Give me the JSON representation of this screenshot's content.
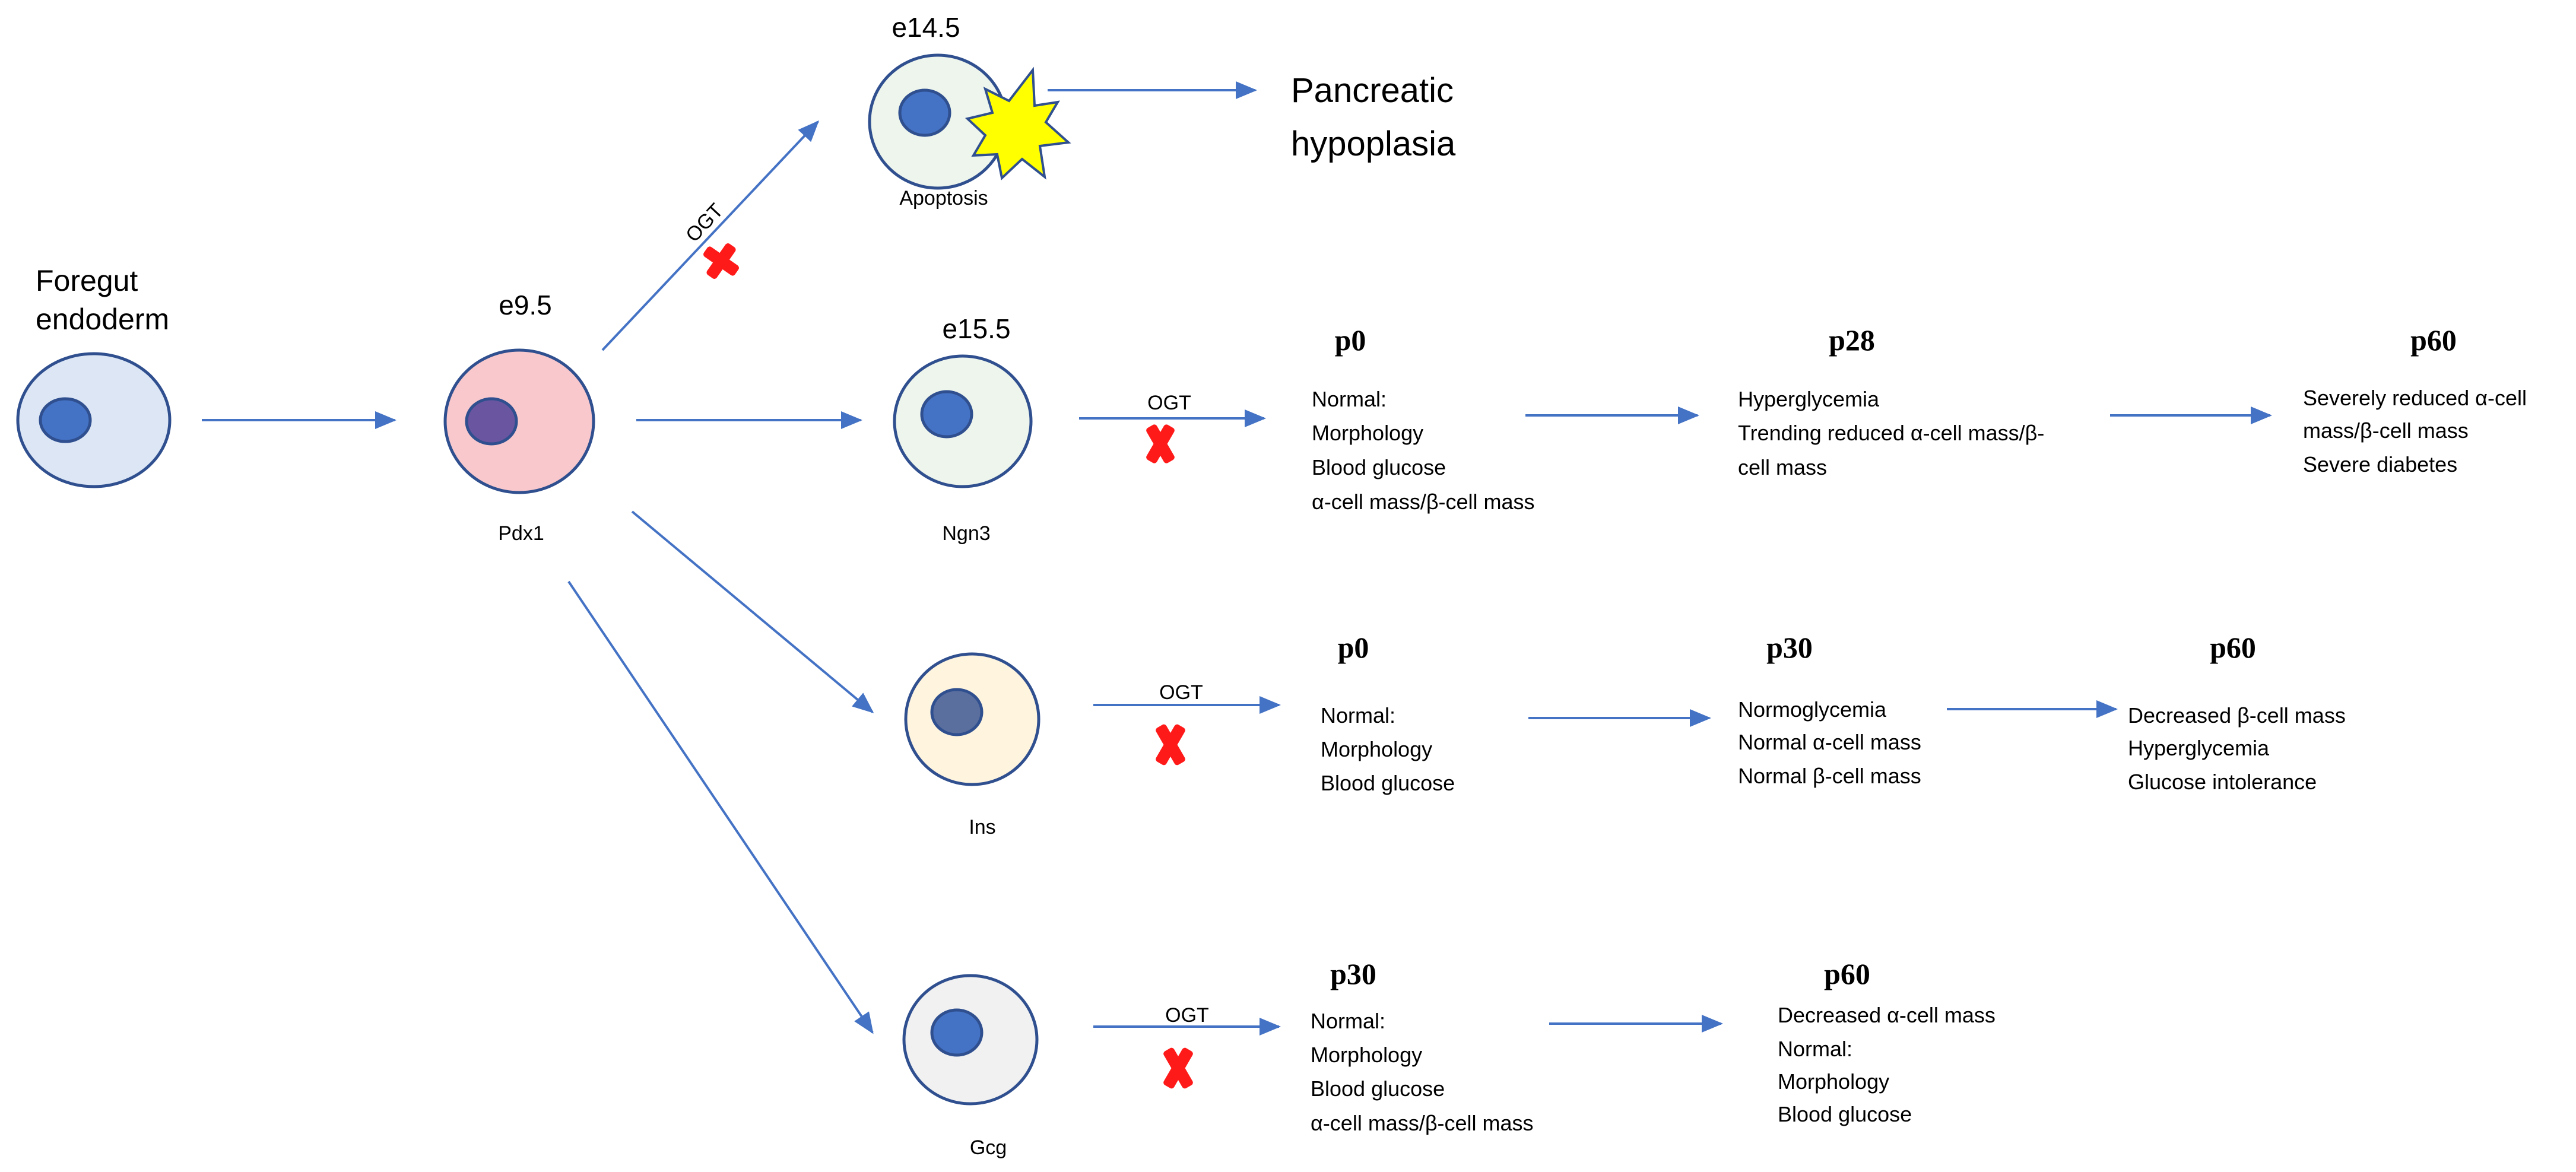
{
  "colors": {
    "arrow": "#4472C4",
    "cell_outline": "#2F4F8F",
    "cross": "#FF1A1A",
    "burst_fill": "#FFFF00",
    "cell_endoderm": "#DCE6F5",
    "cell_pdx1": "#F8C8CC",
    "cell_ngn3": "#EEF5EC",
    "cell_ins": "#FFF4DE",
    "cell_gcg": "#F1F1F1",
    "cell_e145": "#EEF5EC",
    "nucleus_blue": "#4472C4",
    "nucleus_pdx1": "#6A55A0",
    "nucleus_ins": "#5B6F9E"
  },
  "origin": {
    "label_line1": "Foregut",
    "label_line2": "endoderm"
  },
  "pdx1": {
    "stage": "e9.5",
    "label": "Pdx1"
  },
  "apoptosis_branch": {
    "arrow_label": "OGT",
    "stage": "e14.5",
    "cell_label": "Apoptosis",
    "outcome_line1": "Pancreatic",
    "outcome_line2": "hypoplasia"
  },
  "ngn3_branch": {
    "stage": "e15.5",
    "label": "Ngn3",
    "arrow_label": "OGT",
    "timepoints": [
      {
        "stage": "p0",
        "lines": [
          "Normal:",
          "Morphology",
          "Blood glucose",
          "α-cell mass/β-cell mass"
        ]
      },
      {
        "stage": "p28",
        "lines": [
          "Hyperglycemia",
          "Trending reduced α-cell mass/β-",
          "cell mass"
        ]
      },
      {
        "stage": "p60",
        "lines": [
          "Severely reduced α-cell",
          "mass/β-cell mass",
          "Severe diabetes"
        ]
      }
    ]
  },
  "ins_branch": {
    "label": "Ins",
    "arrow_label": "OGT",
    "timepoints": [
      {
        "stage": "p0",
        "lines": [
          "Normal:",
          "Morphology",
          "Blood glucose"
        ]
      },
      {
        "stage": "p30",
        "lines": [
          "Normoglycemia",
          "Normal α-cell mass",
          "Normal β-cell mass"
        ]
      },
      {
        "stage": "p60",
        "lines": [
          "Decreased β-cell mass",
          "Hyperglycemia",
          "Glucose intolerance"
        ]
      }
    ]
  },
  "gcg_branch": {
    "label": "Gcg",
    "arrow_label": "OGT",
    "timepoints": [
      {
        "stage": "p30",
        "lines": [
          "Normal:",
          "Morphology",
          "Blood glucose",
          "α-cell mass/β-cell mass"
        ]
      },
      {
        "stage": "p60",
        "lines": [
          "Decreased α-cell mass",
          "Normal:",
          "Morphology",
          "Blood glucose"
        ]
      }
    ]
  }
}
